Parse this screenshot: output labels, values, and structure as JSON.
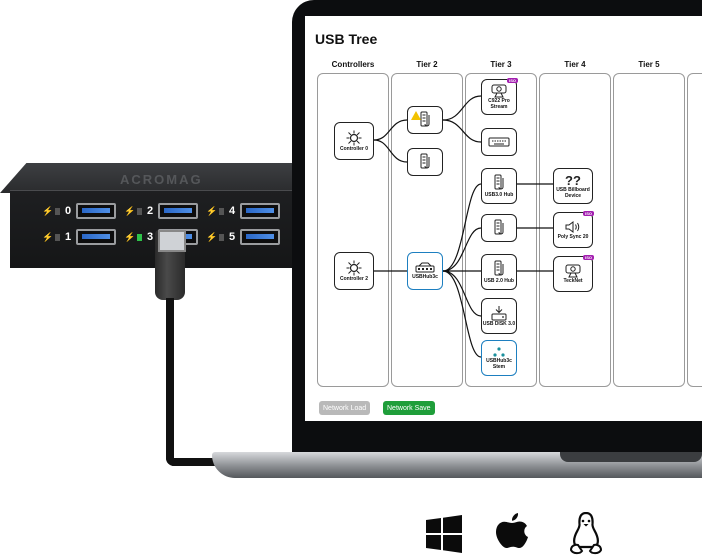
{
  "app": {
    "title": "USB Tree"
  },
  "columns": [
    "Controllers",
    "Tier 2",
    "Tier 3",
    "Tier 4",
    "Tier 5"
  ],
  "nodes": {
    "controller0": "Controller 0",
    "controller2": "Controller 2",
    "c922": "C922 Pro Stream",
    "usb3hub": "USB3.0 Hub",
    "usb2hub": "USB 2.0 Hub",
    "usbdisk": "USB DISK 3.0",
    "usbhub3c": "USBHub3c",
    "usbhub3c_stem": "USBHub3c Stem",
    "billboard_glyph": "??",
    "billboard": "USB Billboard Device",
    "poly": "Poly Sync 20",
    "tecknet": "TeckNet"
  },
  "badges": {
    "iso": "ISO"
  },
  "buttons": {
    "network_load": "Network Load",
    "network_save": "Network Save"
  },
  "hub": {
    "brand": "ACROMAG",
    "ports_top": [
      "0",
      "2",
      "4"
    ],
    "ports_bottom": [
      "1",
      "3",
      "5"
    ],
    "bolt_glyph": "⚡"
  },
  "colors": {
    "hub_border": "#1d7fc0",
    "iso_badge": "#a31fb0",
    "save_button": "#1f9e3a",
    "led_active": "#2ec34a"
  },
  "os_icons": [
    "windows-icon",
    "apple-icon",
    "linux-icon"
  ]
}
